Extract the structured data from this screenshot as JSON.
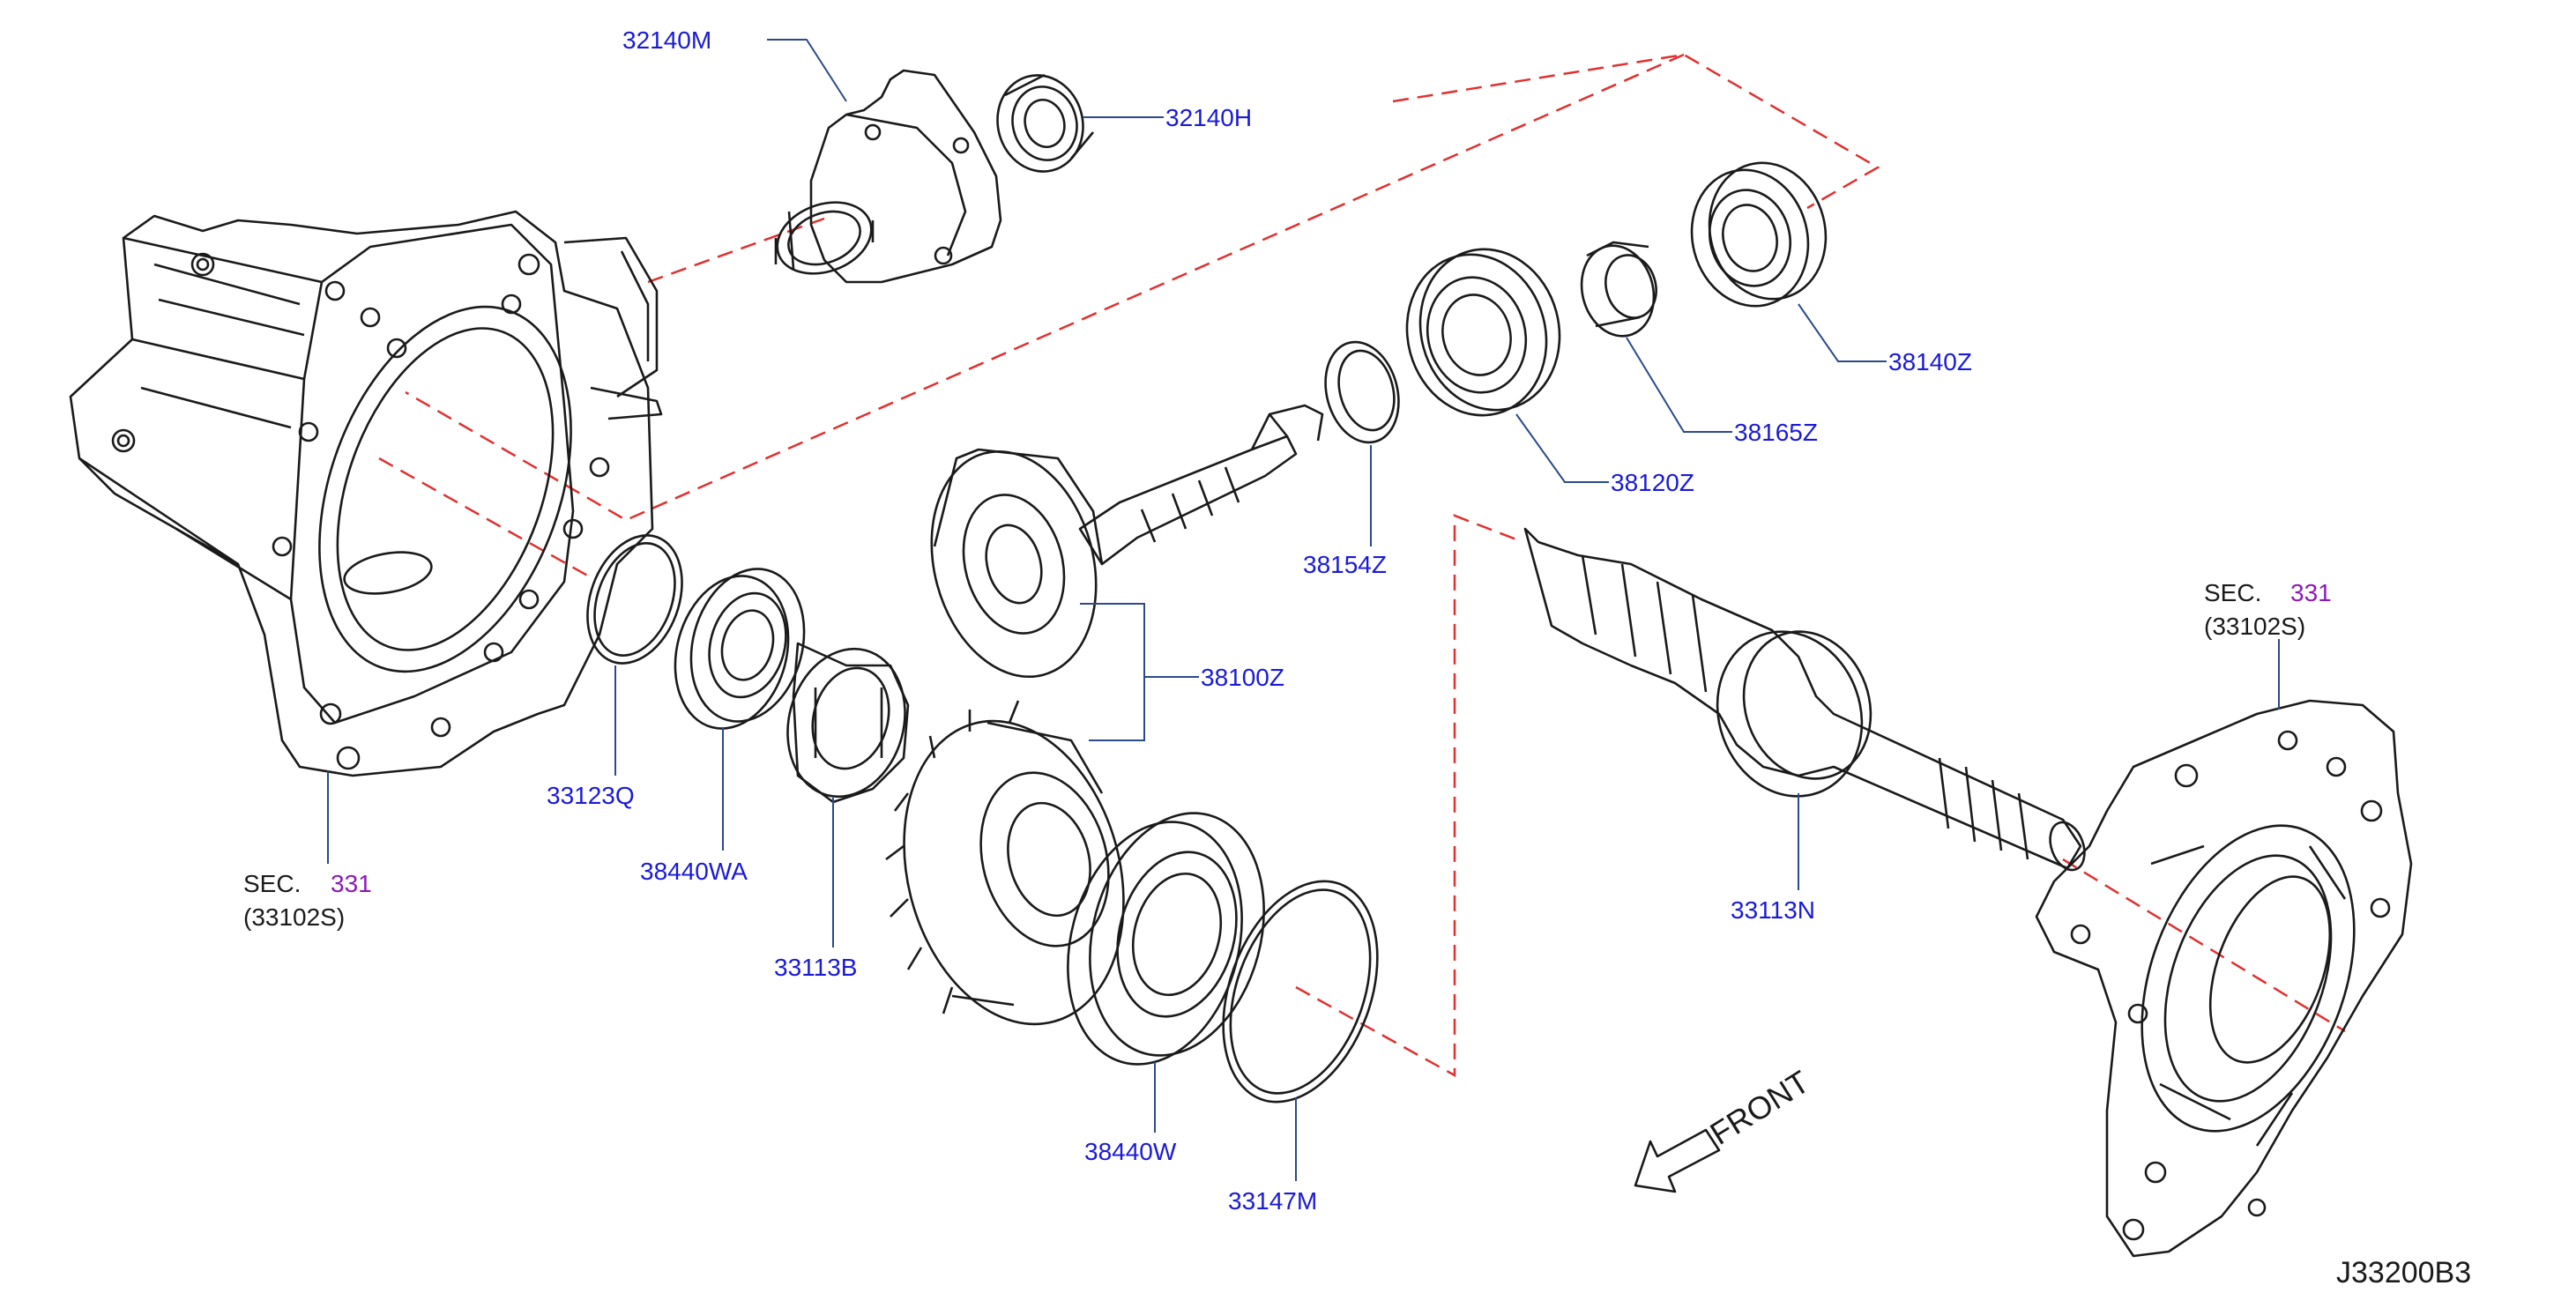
{
  "colors": {
    "part_number": "#1a1ad6",
    "section_number": "#8a1ab8",
    "line_art": "#1a1a1a",
    "leader": "#2a4a8a",
    "dashed": "#e03030"
  },
  "parts": [
    {
      "id": "32140M",
      "label": "32140M"
    },
    {
      "id": "32140H",
      "label": "32140H"
    },
    {
      "id": "38140Z",
      "label": "38140Z"
    },
    {
      "id": "38165Z",
      "label": "38165Z"
    },
    {
      "id": "38120Z",
      "label": "38120Z"
    },
    {
      "id": "38154Z",
      "label": "38154Z"
    },
    {
      "id": "38100Z",
      "label": "38100Z"
    },
    {
      "id": "33123Q",
      "label": "33123Q"
    },
    {
      "id": "38440WA",
      "label": "38440WA"
    },
    {
      "id": "33113B",
      "label": "33113B"
    },
    {
      "id": "38440W",
      "label": "38440W"
    },
    {
      "id": "33147M",
      "label": "33147M"
    },
    {
      "id": "33113N",
      "label": "33113N"
    }
  ],
  "section_refs": [
    {
      "prefix": "SEC.",
      "number": "331",
      "code": "(33102S)"
    },
    {
      "prefix": "SEC.",
      "number": "331",
      "code": "(33102S)"
    }
  ],
  "front_label": "FRONT",
  "diagram_id": "J33200B3"
}
